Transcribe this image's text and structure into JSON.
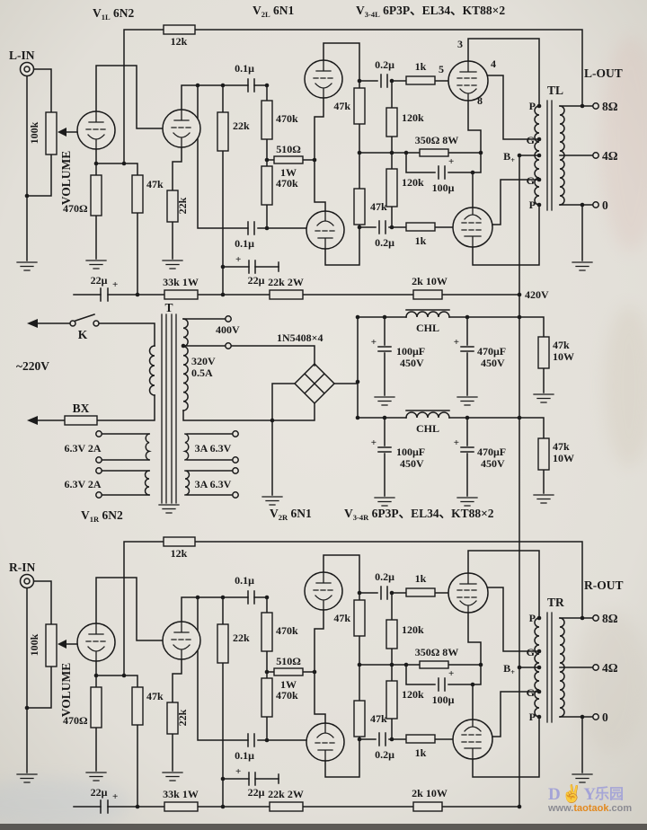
{
  "colors": {
    "ink": "#1b1b1b",
    "paper": "#e6e3dc",
    "watermark_purple": "#9a9ad8",
    "watermark_orange": "#e2891f",
    "watermark_gray": "#8b8b92"
  },
  "titles": {
    "v1l": {
      "pre": "V",
      "sub": "1L",
      "rest": " 6N2"
    },
    "v2l": {
      "pre": "V",
      "sub": "2L",
      "rest": " 6N1"
    },
    "v34l": {
      "pre": "V",
      "sub": "3-4L",
      "rest": " 6P3P、EL34、KT88×2"
    },
    "v1r": {
      "pre": "V",
      "sub": "1R",
      "rest": " 6N2"
    },
    "v2r": {
      "pre": "V",
      "sub": "2R",
      "rest": " 6N1"
    },
    "v34r": {
      "pre": "V",
      "sub": "3-4R",
      "rest": " 6P3P、EL34、KT88×2"
    }
  },
  "ch": {
    "fb": "12k",
    "pot": "100k",
    "vol": "VOLUME",
    "rk1": "470Ω",
    "ck1": "22μ",
    "r47": "47k",
    "rk2": "22k",
    "dec1": "33k 1W",
    "c01": "0.1μ",
    "rl1": "22k",
    "g470": "470k",
    "tail_r": "510Ω",
    "tail_w": "1W",
    "c02": "0.2μ",
    "gstop": "1k",
    "r120": "120k",
    "rk3": "350Ω 8W",
    "ck3": "100μ",
    "cd": "22μ",
    "dec2": "22k 2W",
    "dec3": "2k 10W",
    "out8": "8Ω",
    "out4": "4Ω",
    "out0": "0",
    "tap_p": "P",
    "tap_g": "G",
    "tap_b": "B",
    "tap_bs": "+",
    "plus": "+"
  },
  "l": {
    "in": "L-IN",
    "out": "L-OUT",
    "tr": "TL",
    "hv": "420V",
    "p3": "3",
    "p5": "5",
    "p4": "4",
    "p8": "8"
  },
  "r": {
    "in": "R-IN",
    "out": "R-OUT",
    "tr": "TR"
  },
  "psu": {
    "k": "K",
    "mains": "~220V",
    "fuse": "BX",
    "t": "T",
    "v400": "400V",
    "v320": "320V",
    "i320": "0.5A",
    "bridge": "1N5408×4",
    "heater_l": "6.3V 2A",
    "heater_r": "3A 6.3V",
    "choke": "CHL",
    "cap1": "100μF",
    "cap2": "470μF",
    "capv": "450V",
    "bleed_r": "47k",
    "bleed_w": "10W",
    "plus": "+"
  },
  "watermark": {
    "d": "D",
    "hand": "✌",
    "y": "Y",
    "cn": "乐园",
    "w1": "www.",
    "w2": "taotaok",
    "w3": ".com"
  }
}
